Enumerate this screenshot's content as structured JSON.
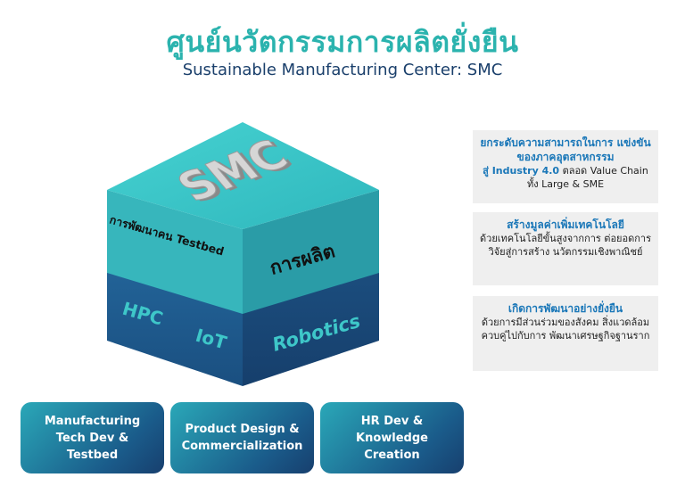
{
  "header": {
    "title_th": "ศูนย์นวัตกรรมการผลิตยั่งยืน",
    "title_en": "Sustainable Manufacturing Center: SMC"
  },
  "cube": {
    "top_logo": "SMC",
    "upper_left_face": "การพัฒนาคน Testbed",
    "upper_right_face": "การผลิต",
    "lower_left_face_1": "HPC",
    "lower_left_face_2": "IoT",
    "lower_right_face": "Robotics"
  },
  "side_boxes": [
    {
      "heading": "ยกระดับความสามารถในการ แข่งขันของภาคอุตสาหกรรม",
      "highlight": "สู่ Industry 4.0",
      "body": "ตลอด Value Chain ทั้ง Large & SME"
    },
    {
      "heading": "สร้างมูลค่าเพิ่มเทคโนโลยี",
      "body": "ด้วยเทคโนโลยีขั้นสูงจากการ ต่อยอดการวิจัยสู่การสร้าง นวัตกรรมเชิงพาณิชย์"
    },
    {
      "heading": "เกิดการพัฒนาอย่างยั่งยืน",
      "body": "ด้วยการมีส่วนร่วมของสังคม สิ่งแวดล้อม ควบคู่ไปกับการ พัฒนาเศรษฐกิจฐานราก"
    }
  ],
  "pillars": [
    {
      "label": "Manufacturing\nTech Dev &\nTestbed"
    },
    {
      "label": "Product Design &\nCommercialization"
    },
    {
      "label": "HR Dev &\nKnowledge\nCreation"
    }
  ],
  "colors": {
    "teal": "#2bb3ae",
    "navy": "#1a3f6b",
    "top_face": "#3ec7c9",
    "upper_left": "#36b4ba",
    "upper_right": "#2a9fa8",
    "lower_left": "#1e5a8c",
    "lower_right": "#1a4c7b"
  }
}
